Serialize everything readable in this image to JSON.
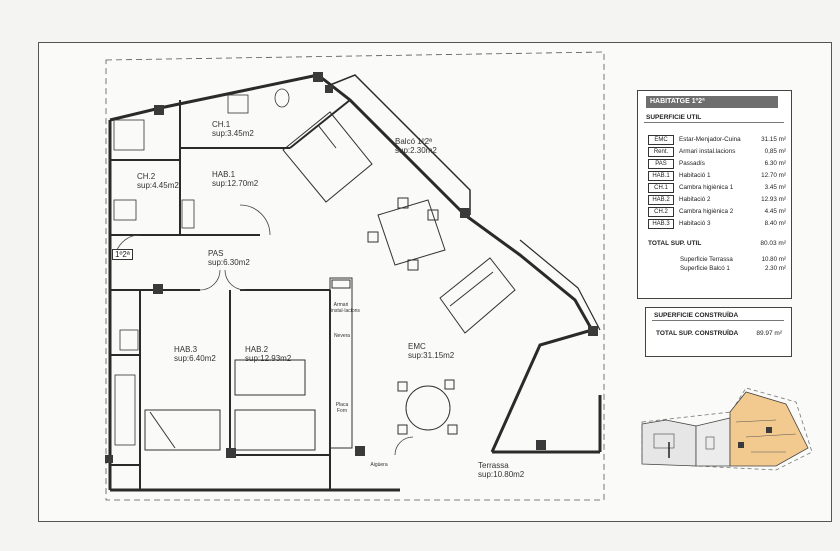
{
  "plan": {
    "unit_label": "1º2ª",
    "rooms": [
      {
        "id": "ch1",
        "name": "CH.1",
        "area": "sup:3.45m2"
      },
      {
        "id": "hab1",
        "name": "HAB.1",
        "area": "sup:12.70m2"
      },
      {
        "id": "ch2",
        "name": "CH.2",
        "area": "sup:4.45m2"
      },
      {
        "id": "pas",
        "name": "PAS",
        "area": "sup:6.30m2"
      },
      {
        "id": "hab3",
        "name": "HAB.3",
        "area": "sup:6.40m2"
      },
      {
        "id": "hab2",
        "name": "HAB.2",
        "area": "sup:12.93m2"
      },
      {
        "id": "emc",
        "name": "EMC",
        "area": "sup:31.15m2"
      },
      {
        "id": "balco",
        "name": "Balcó 1º2ª",
        "area": "sup:2.30m2"
      },
      {
        "id": "terrassa",
        "name": "Terrassa",
        "area": "sup:10.80m2"
      }
    ],
    "fixtures": {
      "armari": "Armari instal·lacions",
      "nevera": "Nevera",
      "placa": "Placa Forn",
      "aigüera": "Aigüera"
    }
  },
  "legend": {
    "title": "HABITATGE 1º2ª",
    "subtitle": "SUPERFICIE UTIL",
    "rows": [
      {
        "code": "EMC",
        "name": "Estar-Menjador-Cuina",
        "value": "31.15 m²"
      },
      {
        "code": "Rent.",
        "name": "Armari instal.lacions",
        "value": "0,85 m²"
      },
      {
        "code": "PAS",
        "name": "Passadís",
        "value": "6.30 m²"
      },
      {
        "code": "HAB.1",
        "name": "Habitació 1",
        "value": "12.70 m²"
      },
      {
        "code": "CH.1",
        "name": "Cambra higiènica 1",
        "value": "3.45 m²"
      },
      {
        "code": "HAB.2",
        "name": "Habitació 2",
        "value": "12.93 m²"
      },
      {
        "code": "CH.2",
        "name": "Cambra higiènica 2",
        "value": "4.45 m²"
      },
      {
        "code": "HAB.3",
        "name": "Habitació 3",
        "value": "8.40 m²"
      }
    ],
    "total_label": "TOTAL SUP. UTIL",
    "total_value": "80.03 m²",
    "extras": [
      {
        "name": "Superficie Terrassa",
        "value": "10.80 m²"
      },
      {
        "name": "Superficie Balcó 1",
        "value": "2.30 m²"
      }
    ]
  },
  "construida": {
    "title": "SUPERFICIE CONSTRUÏDA",
    "total_label": "TOTAL SUP. CONSTRUÏDA",
    "total_value": "89.97 m²"
  },
  "colors": {
    "wall": "#2a2a2a",
    "highlight": "#f2c98f",
    "column": "#3a3a3a"
  }
}
